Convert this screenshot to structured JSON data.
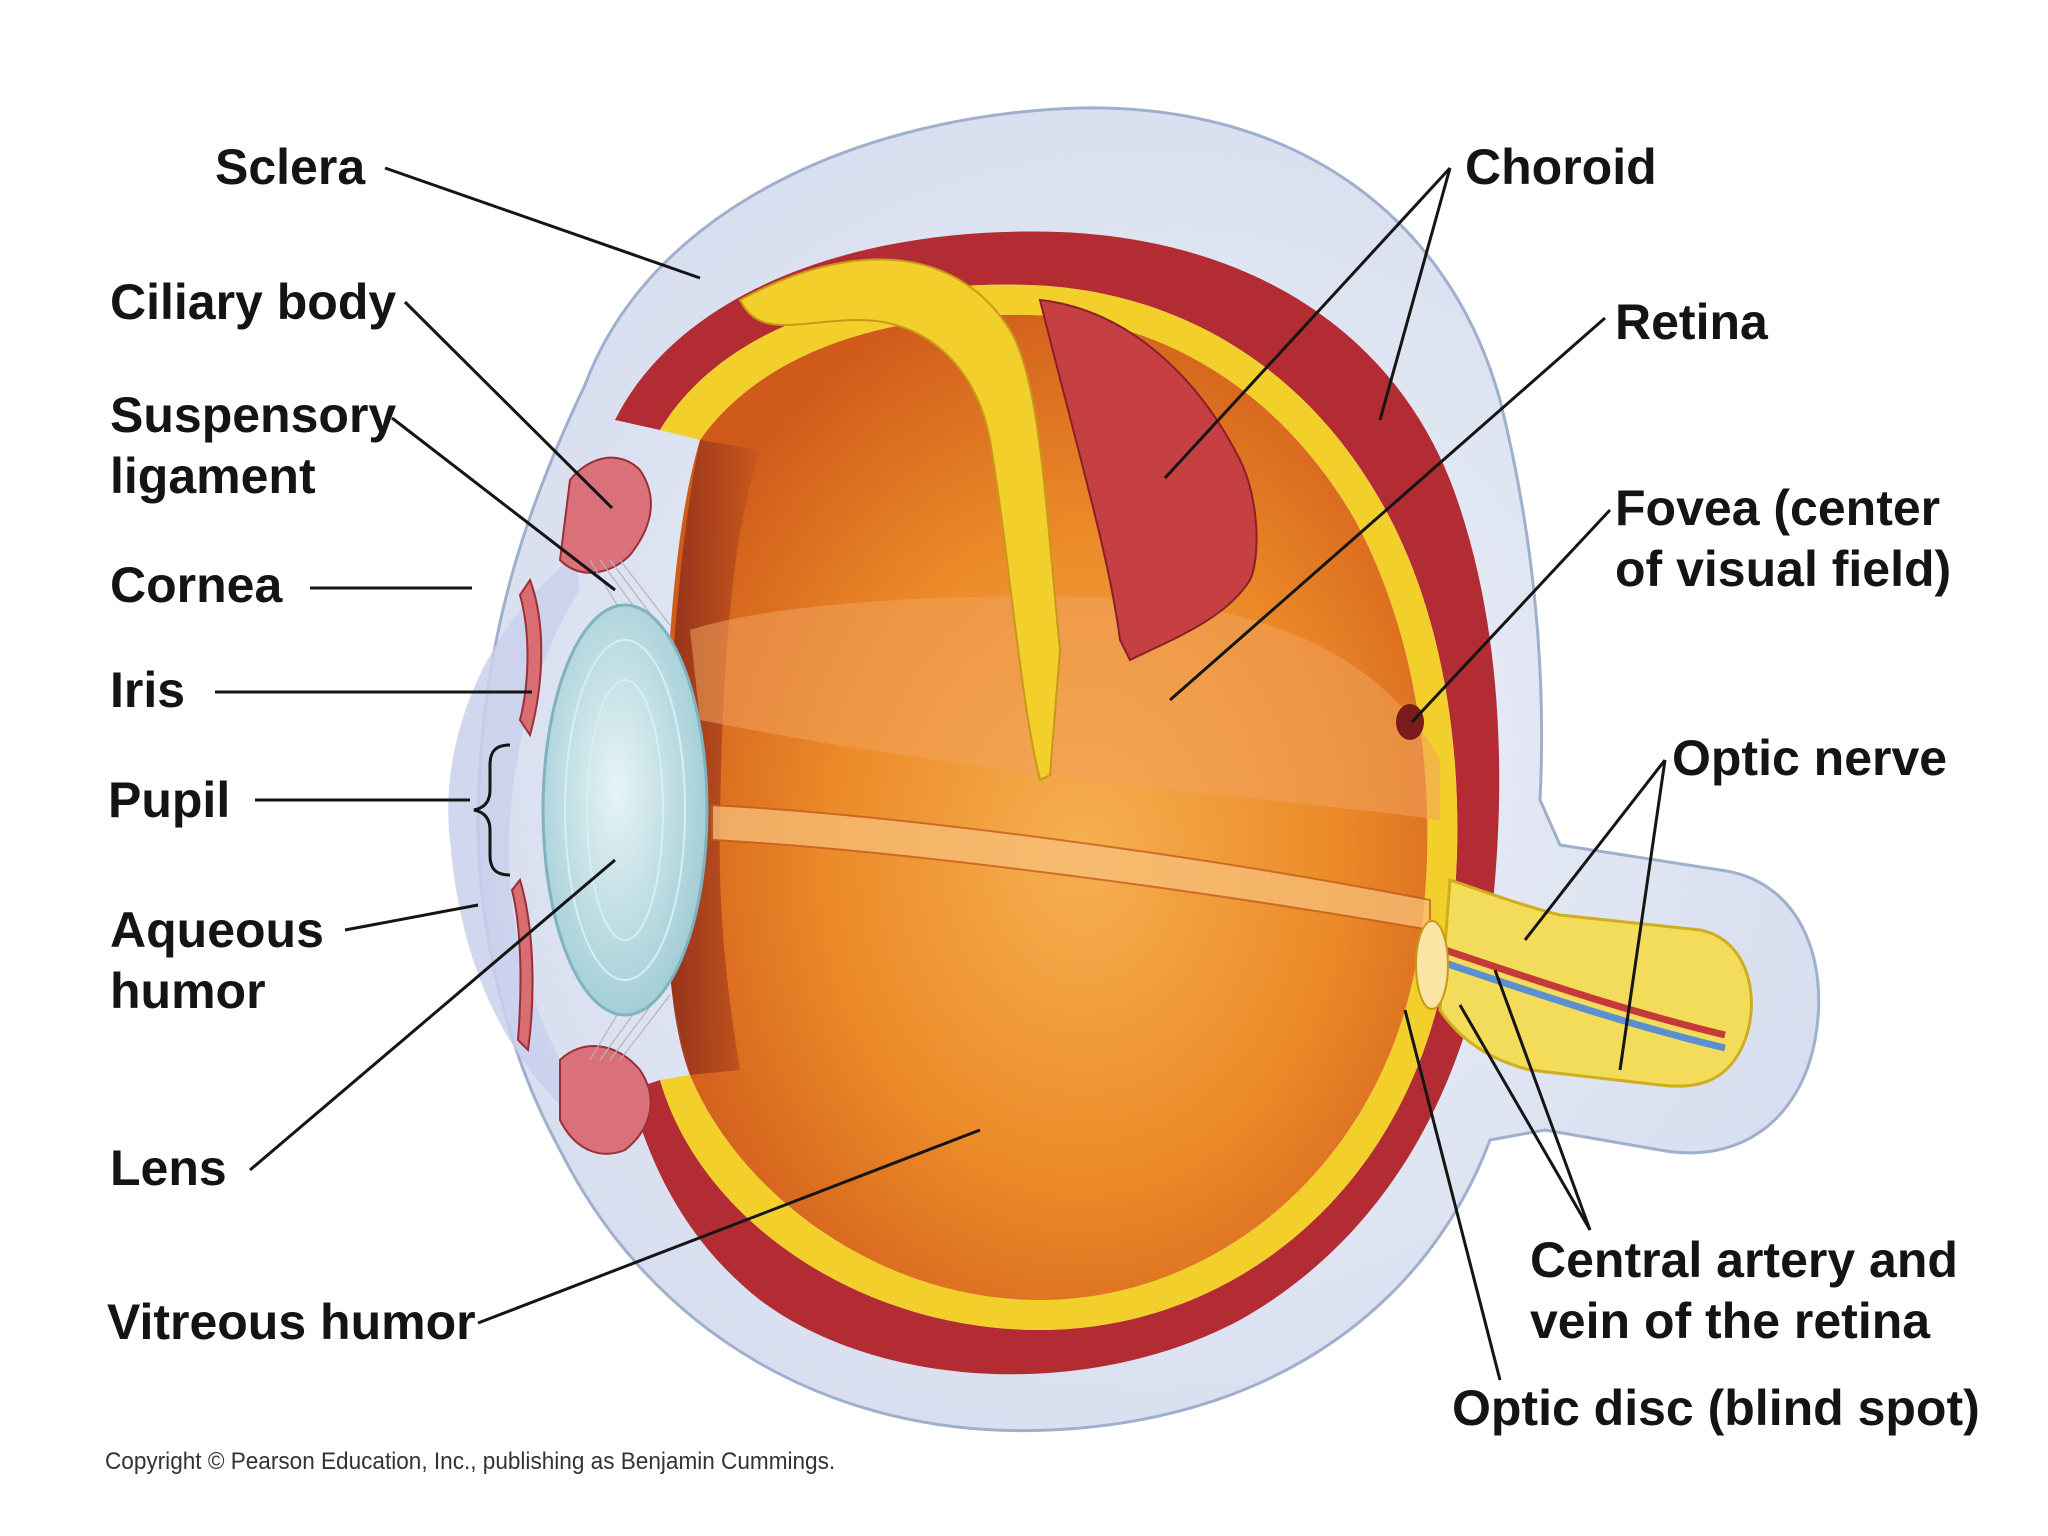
{
  "labels": {
    "sclera": "Sclera",
    "ciliary_body": "Ciliary body",
    "suspensory_ligament": [
      "Suspensory",
      "ligament"
    ],
    "cornea": "Cornea",
    "iris": "Iris",
    "pupil": "Pupil",
    "aqueous_humor": [
      "Aqueous",
      "humor"
    ],
    "lens": "Lens",
    "vitreous_humor": "Vitreous humor",
    "choroid": "Choroid",
    "retina": "Retina",
    "fovea": [
      "Fovea (center",
      "of visual field)"
    ],
    "optic_nerve": "Optic nerve",
    "central_artery_vein": [
      "Central artery and",
      "vein of the retina"
    ],
    "optic_disc": "Optic disc (blind spot)"
  },
  "copyright": "Copyright © Pearson Education, Inc., publishing as Benjamin Cummings.",
  "colors": {
    "sclera": "#dfe4f2",
    "sclera_edge": "#b9c6df",
    "choroid": "#b8323a",
    "retina": "#f2cf2a",
    "vitreous": "#e9781f",
    "vitreous_light": "#f4a24a",
    "lens": "#b8dde4",
    "iris": "#d86e72",
    "nerve": "#f3dc5a",
    "leader": "#151515"
  }
}
